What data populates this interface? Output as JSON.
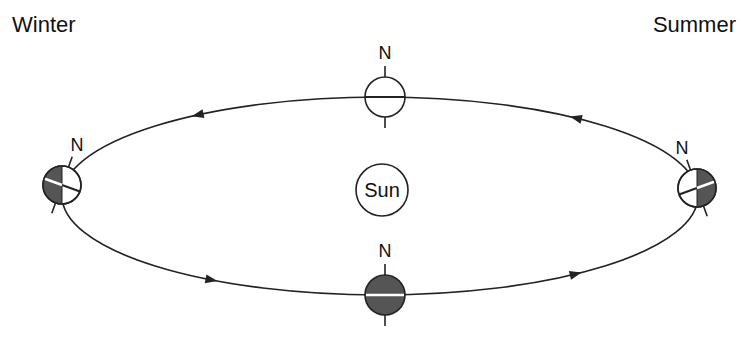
{
  "diagram": {
    "nodes": [
      {
        "text": [
          "Sun"
        ]
      }
    ],
    "labels": [
      "Winter",
      "Summer",
      "N",
      "N",
      "N",
      "N"
    ]
  }
}
